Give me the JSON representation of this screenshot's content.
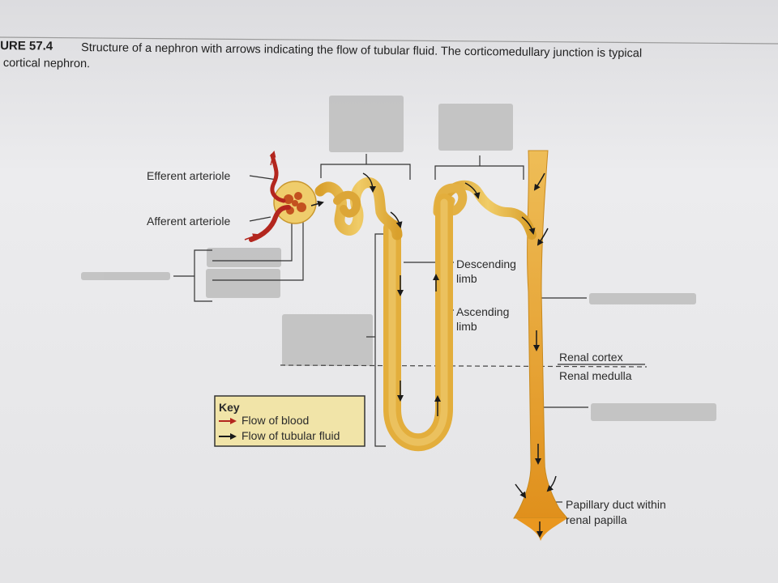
{
  "figure": {
    "caption_number": "URE 57.4",
    "caption_text": "Structure of a nephron with arrows indicating the flow of tubular fluid. The corticomedullary junction is typical",
    "caption_line2": "cortical nephron."
  },
  "labels": {
    "efferent_arteriole": "Efferent arteriole",
    "afferent_arteriole": "Afferent arteriole",
    "descending_limb_line1": "Descending",
    "descending_limb_line2": "limb",
    "ascending_limb_line1": "Ascending",
    "ascending_limb_line2": "limb",
    "renal_cortex": "Renal cortex",
    "renal_medulla": "Renal medulla",
    "papillary_duct_line1": "Papillary duct within",
    "papillary_duct_line2": "renal papilla"
  },
  "key": {
    "title": "Key",
    "blood": "Flow of blood",
    "tubular": "Flow of tubular fluid"
  },
  "colors": {
    "paper": "#e9e9eb",
    "tubule": "#e6b13a",
    "tubule_light": "#f0cf6e",
    "duct": "#e8a024",
    "blood": "#b3261e",
    "key_box": "#f1e4a8",
    "redaction": "#bdbdbd"
  }
}
